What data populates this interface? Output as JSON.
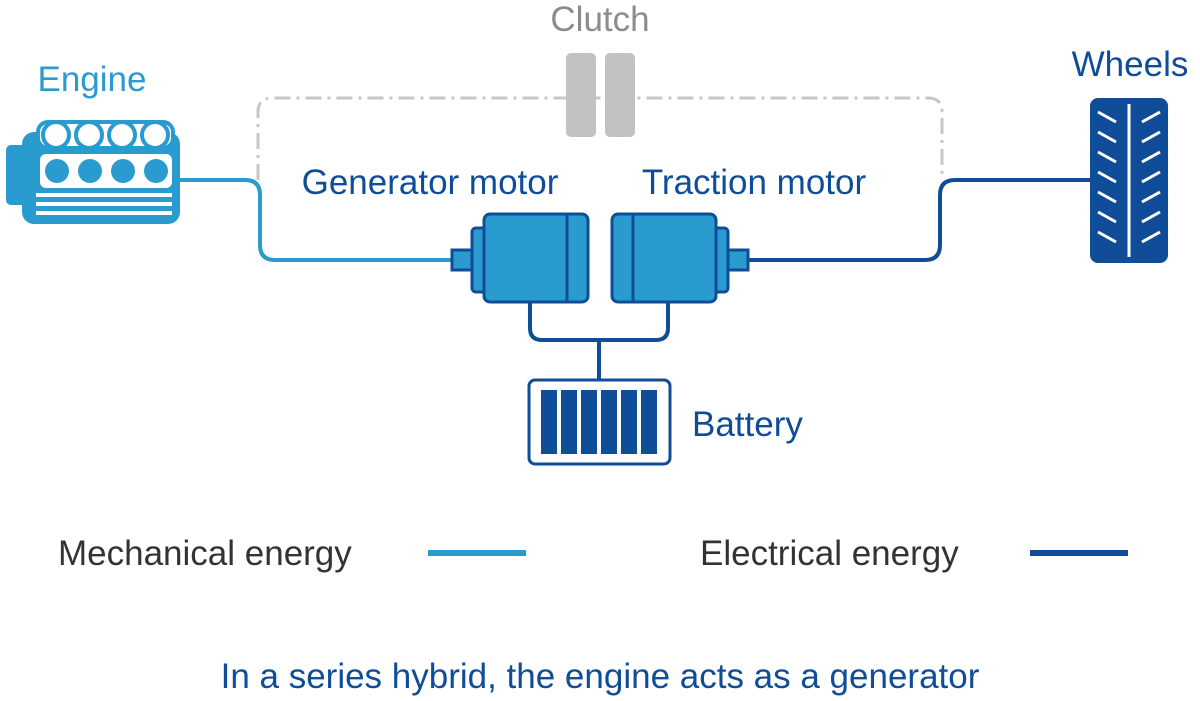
{
  "labels": {
    "clutch": "Clutch",
    "engine": "Engine",
    "wheels": "Wheels",
    "generator_motor": "Generator motor",
    "traction_motor": "Traction motor",
    "battery": "Battery"
  },
  "legend": {
    "mechanical": "Mechanical energy",
    "electrical": "Electrical energy"
  },
  "caption": "In a series hybrid, the engine acts as a generator",
  "colors": {
    "mechanical": "#2a9bcf",
    "electrical": "#0f4d98",
    "clutch": "#c2c2c2",
    "clutch_text": "#8c8c8c",
    "legend_text": "#333333",
    "caption_text": "#0f4d98",
    "engine_text": "#2a9bcf"
  },
  "icons": {
    "engine": "engine-icon",
    "wheel": "wheel-tire-icon",
    "motor": "motor-icon",
    "battery": "battery-icon",
    "clutch": "clutch-icon"
  }
}
